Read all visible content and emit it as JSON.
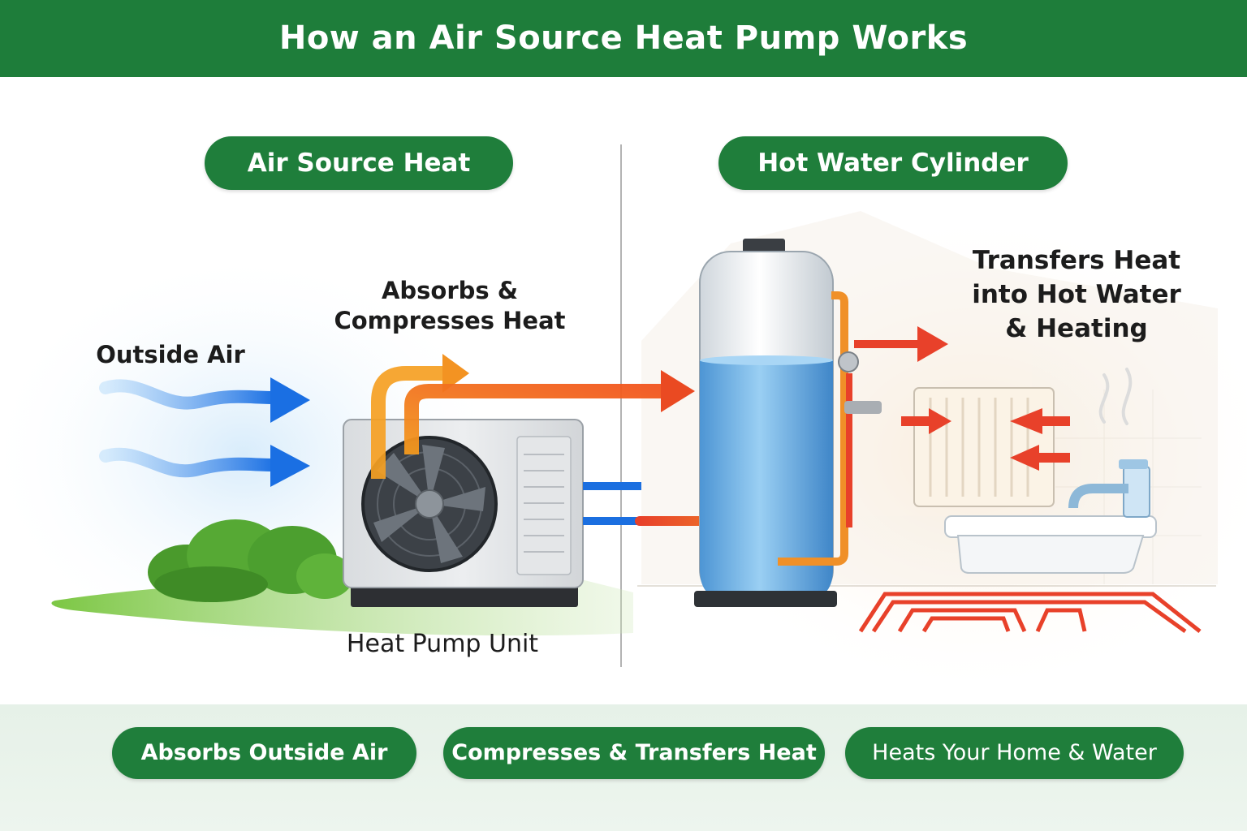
{
  "title": "How an Air Source Heat Pump Works",
  "sections": {
    "left": "Air Source Heat",
    "right": "Hot Water Cylinder"
  },
  "labels": {
    "outside_air": "Outside Air",
    "absorbs_line1": "Absorbs &",
    "absorbs_line2": "Compresses Heat",
    "heat_pump_unit": "Heat Pump Unit",
    "transfers_line1": "Transfers Heat",
    "transfers_line2": "into Hot Water",
    "transfers_line3": "& Heating"
  },
  "steps": [
    {
      "label": "Absorbs Outside Air"
    },
    {
      "label": "Compresses & Transfers Heat"
    },
    {
      "label": "Heats Your Home & Water"
    }
  ],
  "colors": {
    "brand_green": "#1e7d3a",
    "hot": "#e8412a",
    "warm": "#f5a023",
    "cold": "#1b6fe0",
    "water": "#6fb2e6"
  }
}
